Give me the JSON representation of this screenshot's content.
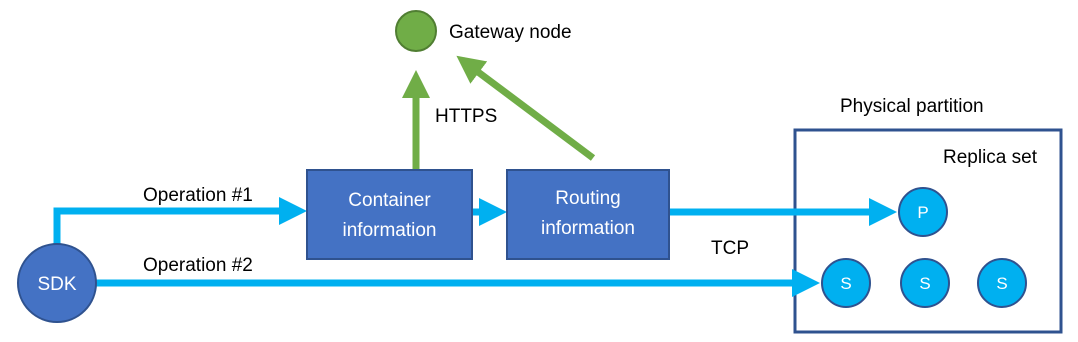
{
  "colors": {
    "flow_arrow": "#00B0F0",
    "https_arrow": "#70AD47",
    "box_fill": "#4472C4",
    "box_border": "#2F528F",
    "gateway_fill": "#70AD47",
    "replica_fill": "#00B0F0",
    "partition_border": "#2F528F"
  },
  "gateway": {
    "label": "Gateway node",
    "icon": "green-circle"
  },
  "labels": {
    "https": "HTTPS",
    "tcp": "TCP",
    "operation_1": "Operation #1",
    "operation_2": "Operation #2"
  },
  "sdk": {
    "label": "SDK"
  },
  "container_box": {
    "line1": "Container",
    "line2": "information"
  },
  "routing_box": {
    "line1": "Routing",
    "line2": "information"
  },
  "partition": {
    "title": "Physical partition",
    "replica_set_label": "Replica set",
    "primary": {
      "label": "P"
    },
    "secondaries": [
      {
        "label": "S"
      },
      {
        "label": "S"
      },
      {
        "label": "S"
      }
    ]
  }
}
